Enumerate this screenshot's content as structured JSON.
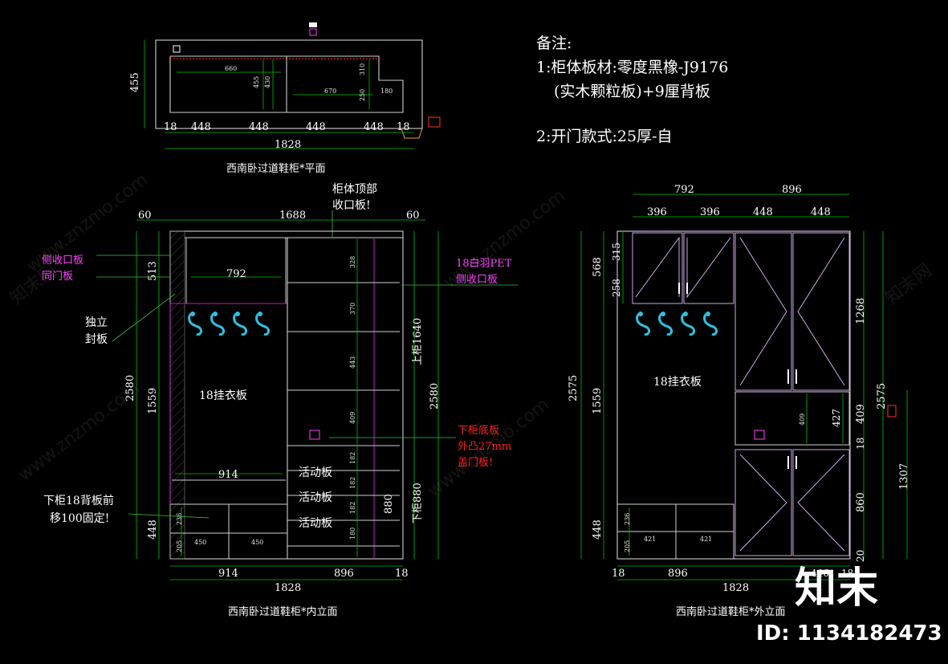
{
  "notes": {
    "heading": "备注:",
    "line1": "1:柜体板材:零度黑橡-J9176",
    "line2": "(实木颗粒板)+9厘背板",
    "line3": "2:开门款式:25厚-自"
  },
  "plan": {
    "title": "西南卧过道鞋柜*平面",
    "depth": "455",
    "total": "1828",
    "segments": [
      "18",
      "448",
      "448",
      "448",
      "448",
      "18"
    ],
    "inner": [
      "660",
      "455",
      "430",
      "670",
      "310",
      "250",
      "180"
    ]
  },
  "inner_elev": {
    "title": "西南卧过道鞋柜*内立面",
    "top_dims": [
      "60",
      "1688",
      "60"
    ],
    "top_note": [
      "柜体顶部",
      "收口板!"
    ],
    "left_note_magenta": [
      "侧收口板",
      "同门板"
    ],
    "left_note_white": [
      "独立",
      "封板"
    ],
    "right_note_magenta": [
      "18白羽PET",
      "侧收口板"
    ],
    "red_note": [
      "下柜底板",
      "外凸27mm",
      "盖门板!"
    ],
    "back_note": [
      "下柜18背板前",
      "移100固定!"
    ],
    "left_dims": [
      "2580",
      "513",
      "1559",
      "448"
    ],
    "right_dims": [
      "2580",
      "上柜1640",
      "下柜880",
      "880"
    ],
    "shelf_dims": [
      "328",
      "370",
      "443",
      "409",
      "182",
      "182",
      "182",
      "180"
    ],
    "top_box": "792",
    "hang_label": "18挂衣板",
    "rail": "914",
    "drawer_small": [
      "236",
      "205",
      "450",
      "450"
    ],
    "movable": [
      "活动板",
      "活动板",
      "活动板"
    ],
    "bottom_dims": [
      "914",
      "896",
      "18"
    ],
    "total": "1828"
  },
  "outer_elev": {
    "title": "西南卧过道鞋柜*外立面",
    "top_dims": [
      "792",
      "896"
    ],
    "door_dims": [
      "396",
      "396",
      "448",
      "448"
    ],
    "left_dims": [
      "2575",
      "568",
      "315",
      "258",
      "1559",
      "448"
    ],
    "right_dims": [
      "2575",
      "1268",
      "409",
      "1307",
      "860",
      "20",
      "18"
    ],
    "inner_dims": [
      "409",
      "427"
    ],
    "hang_label": "18挂衣板",
    "drawer_small": [
      "236",
      "205",
      "421",
      "421"
    ],
    "bottom_dims": [
      "18",
      "896",
      "1828",
      "446",
      "18"
    ]
  },
  "watermark": {
    "site": "www.znzmo.com",
    "cn": "知末网",
    "brand": "知末",
    "id": "ID: 1134182473"
  }
}
